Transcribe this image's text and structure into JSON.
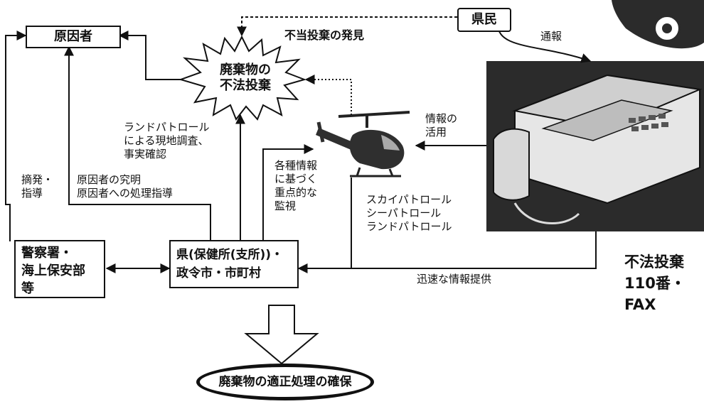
{
  "nodes": {
    "genin": "原因者",
    "kenmin": "県民",
    "haiki": "廃棄物の\n不法投棄",
    "keisatsu": "警察署・\n海上保安部\n等",
    "ken": "県(保健所(支所))・\n政令市・市町村",
    "kakuho": "廃棄物の適正処理の確保"
  },
  "labels": {
    "hakken": "不当投棄の発見",
    "tsuho": "通報",
    "katsuyo": "情報の\n活用",
    "land_chosa": "ランドパトロール\nによる現地調査、\n事実確認",
    "kakushu": "各種情報\nに基づく\n重点的な\n監視",
    "patrols": "スカイパトロール\nシーパトロール\nランドパトロール",
    "tekihatsu": "摘発・\n指導",
    "kyumei": "原因者の究明\n原因者への処理指導",
    "jinsoku": "迅速な情報提供",
    "fax_caption": "不法投棄\n110番・\nFAX"
  }
}
